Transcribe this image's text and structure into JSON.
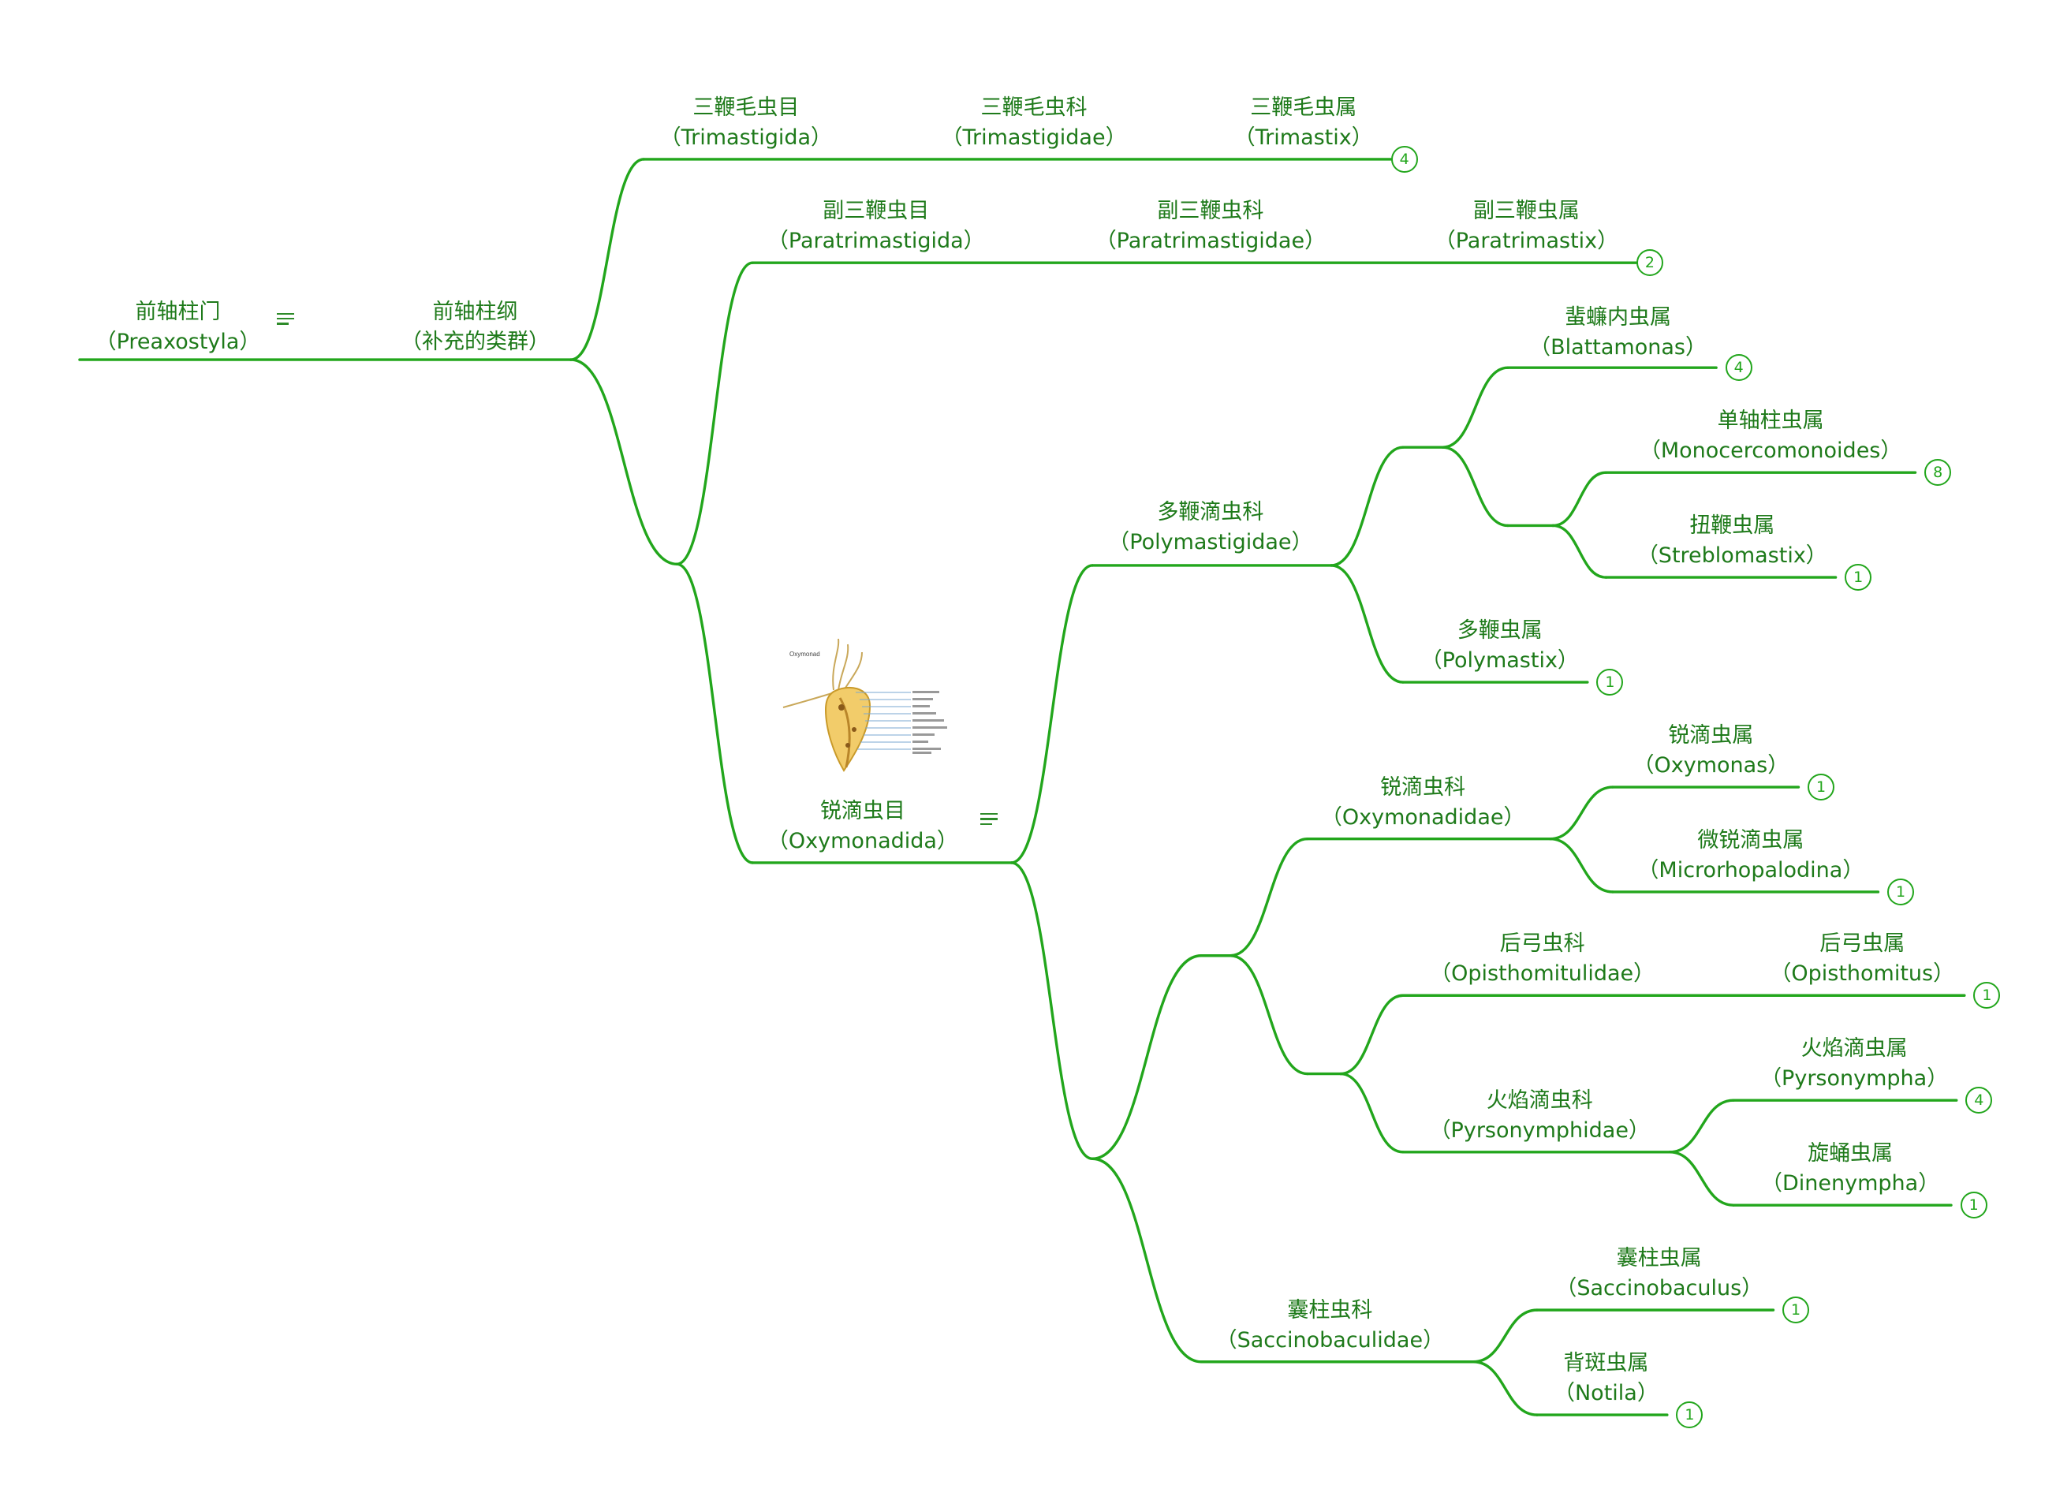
{
  "accent_color": "#22a61c",
  "text_color": "#1e7a1a",
  "nodes": {
    "root": {
      "zh": "前轴柱门",
      "en": "（Preaxostyla）",
      "note": "notes-icon"
    },
    "class": {
      "zh": "前轴柱纲",
      "en": "（补充的类群）"
    },
    "trio": {
      "zh": "三鞭毛虫目",
      "en": "（Trimastigida）"
    },
    "triF": {
      "zh": "三鞭毛虫科",
      "en": "（Trimastigidae）"
    },
    "triG": {
      "zh": "三鞭毛虫属",
      "en": "（Trimastix）",
      "count": "4"
    },
    "parO": {
      "zh": "副三鞭虫目",
      "en": "（Paratrimastigida）"
    },
    "parF": {
      "zh": "副三鞭虫科",
      "en": "（Paratrimastigidae）"
    },
    "parG": {
      "zh": "副三鞭虫属",
      "en": "（Paratrimastix）",
      "count": "2"
    },
    "oxyO": {
      "zh": "锐滴虫目",
      "en": "（Oxymonadida）",
      "note": "notes-icon",
      "image_label": "Oxymonad"
    },
    "polyF": {
      "zh": "多鞭滴虫科",
      "en": "（Polymastigidae）"
    },
    "blatG": {
      "zh": "蜚蠊内虫属",
      "en": "（Blattamonas）",
      "count": "4"
    },
    "monoG": {
      "zh": "单轴柱虫属",
      "en": "（Monocercomonoides）",
      "count": "8"
    },
    "strG": {
      "zh": "扭鞭虫属",
      "en": "（Streblomastix）",
      "count": "1"
    },
    "polyG": {
      "zh": "多鞭虫属",
      "en": "（Polymastix）",
      "count": "1"
    },
    "oxyF": {
      "zh": "锐滴虫科",
      "en": "（Oxymonadidae）"
    },
    "oxyG": {
      "zh": "锐滴虫属",
      "en": "（Oxymonas）",
      "count": "1"
    },
    "micG": {
      "zh": "微锐滴虫属",
      "en": "（Microrhopalodina）",
      "count": "1"
    },
    "opiF": {
      "zh": "后弓虫科",
      "en": "（Opisthomitulidae）"
    },
    "opiG": {
      "zh": "后弓虫属",
      "en": "（Opisthomitus）",
      "count": "1"
    },
    "pyrF": {
      "zh": "火焰滴虫科",
      "en": "（Pyrsonymphidae）"
    },
    "pyrG": {
      "zh": "火焰滴虫属",
      "en": "（Pyrsonympha）",
      "count": "4"
    },
    "dinG": {
      "zh": "旋蛹虫属",
      "en": "（Dinenympha）",
      "count": "1"
    },
    "sacF": {
      "zh": "囊柱虫科",
      "en": "（Saccinobaculidae）"
    },
    "sacG": {
      "zh": "囊柱虫属",
      "en": "（Saccinobaculus）",
      "count": "1"
    },
    "notG": {
      "zh": "背斑虫属",
      "en": "（Notila）",
      "count": "1"
    }
  }
}
